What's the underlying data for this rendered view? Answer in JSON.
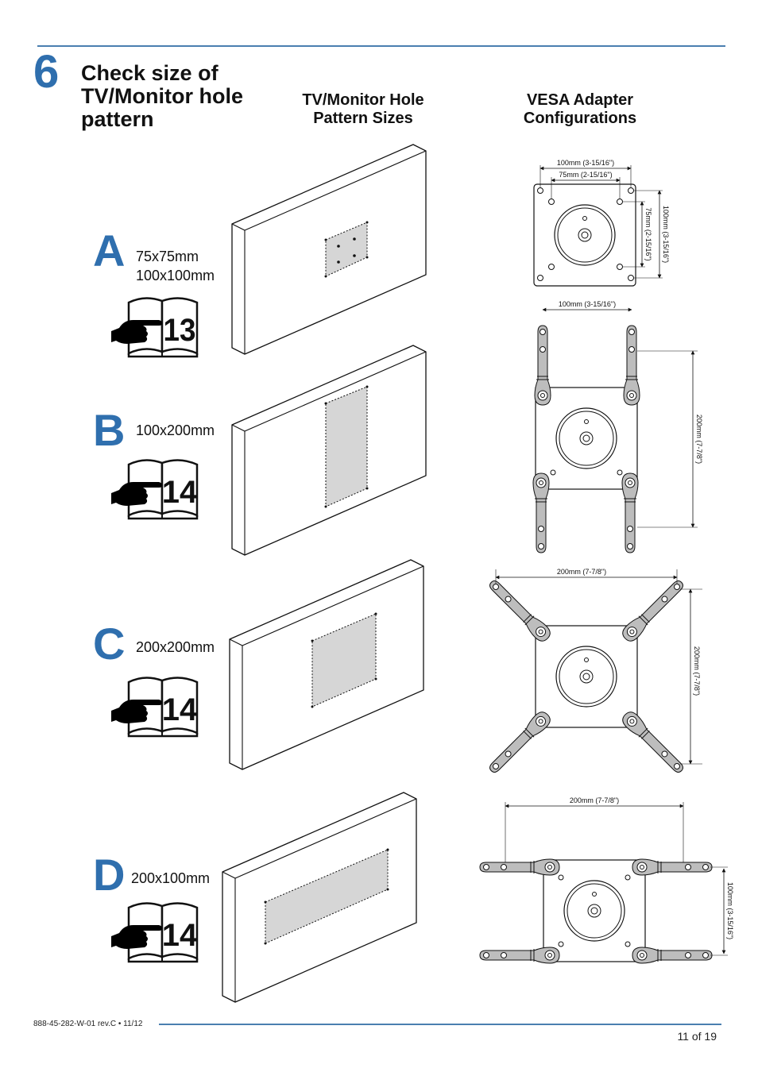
{
  "header": {
    "step_number": "6",
    "title_lines": [
      "Check size of",
      "TV/Monitor hole",
      "pattern"
    ],
    "col1_lines": [
      "TV/Monitor Hole",
      "Pattern Sizes"
    ],
    "col2_lines": [
      "VESA Adapter",
      "Configurations"
    ]
  },
  "sections": [
    {
      "letter": "A",
      "sizes": [
        "75x75mm",
        "100x100mm"
      ],
      "page_ref": "13"
    },
    {
      "letter": "B",
      "sizes": [
        "100x200mm"
      ],
      "page_ref": "14"
    },
    {
      "letter": "C",
      "sizes": [
        "200x200mm"
      ],
      "page_ref": "14"
    },
    {
      "letter": "D",
      "sizes": [
        "200x100mm"
      ],
      "page_ref": "14"
    }
  ],
  "dimensions": {
    "a_width_outer": "100mm (3-15/16\")",
    "a_width_inner": "75mm (2-15/16\")",
    "a_height_inner": "75mm (2-15/16\")",
    "a_height_outer": "100mm (3-15/16\")",
    "b_width": "100mm (3-15/16\")",
    "b_height": "200mm (7-7/8\")",
    "c_width": "200mm (7-7/8\")",
    "c_height": "200mm (7-7/8\")",
    "d_width": "200mm (7-7/8\")",
    "d_height": "100mm (3-15/16\")"
  },
  "footer": {
    "doc_code": "888-45-282-W-01 rev.C • 11/12",
    "page": "11 of 19"
  },
  "colors": {
    "accent": "#2f6fae",
    "rule": "#4a7fb0",
    "arm_fill": "#bdbdbd",
    "pattern_fill": "#d6d6d6"
  }
}
